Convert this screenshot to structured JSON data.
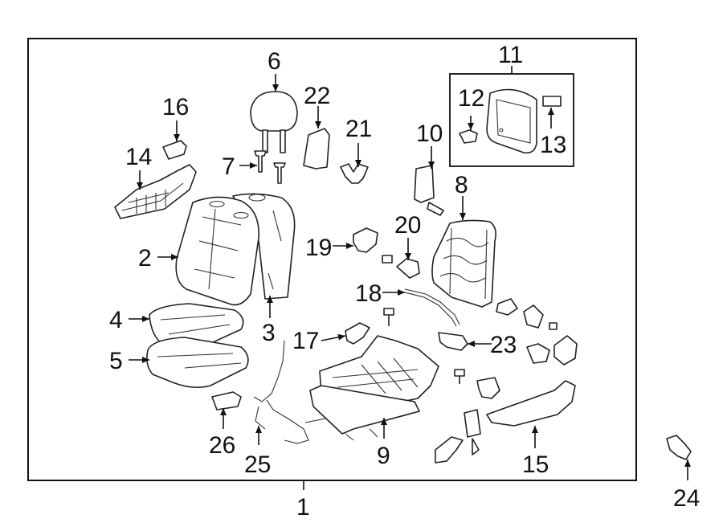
{
  "callouts": {
    "c1": "1",
    "c2": "2",
    "c3": "3",
    "c4": "4",
    "c5": "5",
    "c6": "6",
    "c7": "7",
    "c8": "8",
    "c9": "9",
    "c10": "10",
    "c11": "11",
    "c12": "12",
    "c13": "13",
    "c14": "14",
    "c15": "15",
    "c16": "16",
    "c17": "17",
    "c18": "18",
    "c19": "19",
    "c20": "20",
    "c21": "21",
    "c22": "22",
    "c23": "23",
    "c24": "24",
    "c25": "25",
    "c26": "26"
  },
  "colors": {
    "line": "#111111",
    "background": "#ffffff"
  }
}
